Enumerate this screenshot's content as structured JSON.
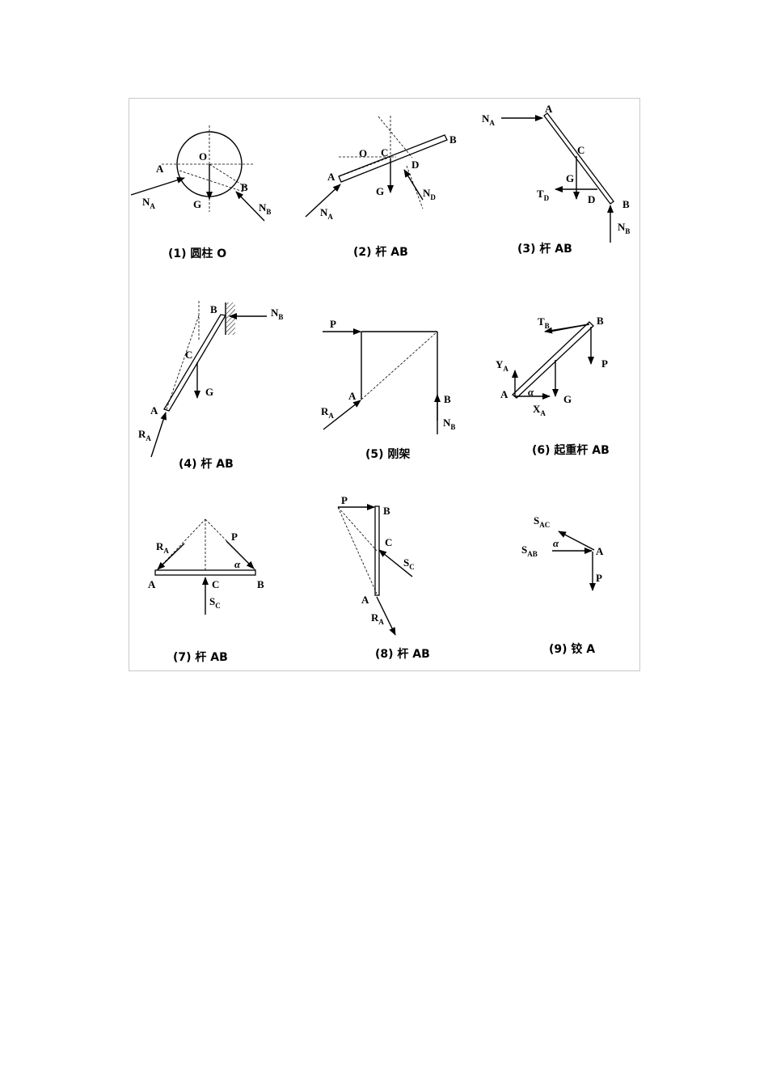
{
  "diagrams": [
    {
      "caption": "(1) 圆柱 O",
      "labels": {
        "O": "O",
        "A": "A",
        "B": "B",
        "G": "G",
        "NA": "N",
        "NA_sub": "A",
        "NB": "N",
        "NB_sub": "B"
      }
    },
    {
      "caption": "(2) 杆 AB",
      "labels": {
        "O": "O",
        "C": "C",
        "A": "A",
        "B": "B",
        "D": "D",
        "G": "G",
        "NA": "N",
        "NA_sub": "A",
        "ND": "N",
        "ND_sub": "D"
      }
    },
    {
      "caption": "(3) 杆 AB",
      "labels": {
        "NA": "N",
        "NA_sub": "A",
        "A": "A",
        "C": "C",
        "G": "G",
        "TD": "T",
        "TD_sub": "D",
        "D": "D",
        "B": "B",
        "NB": "N",
        "NB_sub": "B"
      }
    },
    {
      "caption": "(4) 杆 AB",
      "labels": {
        "B": "B",
        "NB": "N",
        "NB_sub": "B",
        "C": "C",
        "G": "G",
        "A": "A",
        "RA": "R",
        "RA_sub": "A"
      }
    },
    {
      "caption": "(5) 刚架",
      "labels": {
        "P": "P",
        "A": "A",
        "RA": "R",
        "RA_sub": "A",
        "B": "B",
        "NB": "N",
        "NB_sub": "B"
      }
    },
    {
      "caption": "(6) 起重杆 AB",
      "labels": {
        "TB": "T",
        "TB_sub": "B",
        "B": "B",
        "YA": "Y",
        "YA_sub": "A",
        "P": "P",
        "A": "A",
        "alpha": "α",
        "G": "G",
        "XA": "X",
        "XA_sub": "A"
      }
    },
    {
      "caption": "(7) 杆 AB",
      "labels": {
        "RA": "R",
        "RA_sub": "A",
        "P": "P",
        "alpha": "α",
        "A": "A",
        "C": "C",
        "B": "B",
        "SC": "S",
        "SC_sub": "C"
      }
    },
    {
      "caption": "(8) 杆 AB",
      "labels": {
        "P": "P",
        "B": "B",
        "C": "C",
        "SC": "S",
        "SC_sub": "C",
        "A": "A",
        "RA": "R",
        "RA_sub": "A"
      }
    },
    {
      "caption": "(9) 铰 A",
      "labels": {
        "SAC": "S",
        "SAC_sub": "AC",
        "SAB": "S",
        "SAB_sub": "AB",
        "alpha": "α",
        "A": "A",
        "P": "P"
      }
    }
  ]
}
